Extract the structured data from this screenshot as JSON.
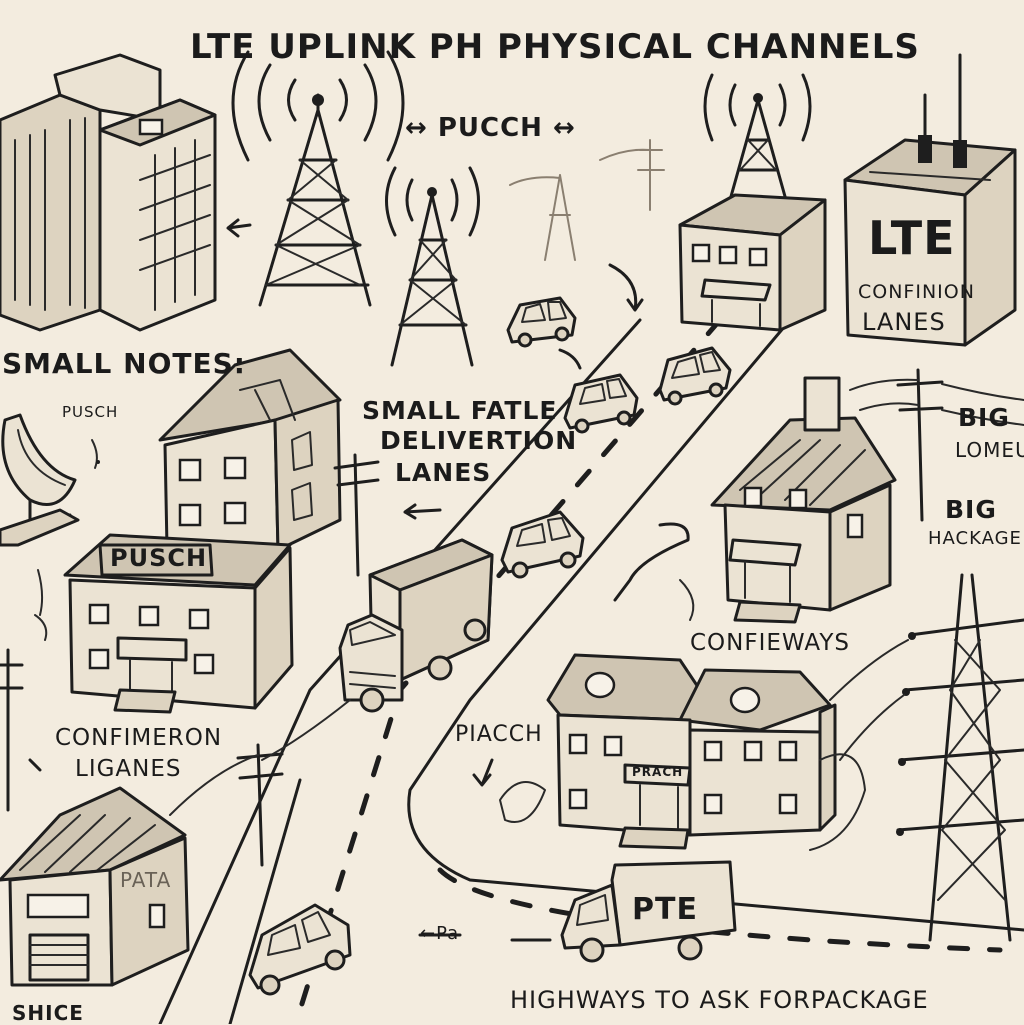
{
  "title": "LTE UPLINK PH PHYSICAL CHANNELS",
  "labels": {
    "pucch_top": "↔ PUCCH ↔",
    "small_notes": "SMALL NOTES:",
    "pusch_small": "PUSCH",
    "small_fast_line1": "SMALL FATLE",
    "small_fast_line2": "DELIVERTION",
    "small_fast_line3": "LANES",
    "lte_building_sign": "LTE",
    "confinion_line1": "CONFINION",
    "confinion_line2": "LANES",
    "big_line1": "BIG",
    "big_line2": "LOMEU",
    "big_line3": "BIG",
    "big_line4": "HACKAGE",
    "pusch_building_sign": "PUSCH",
    "confiemron_line1": "CONFIMERON",
    "confiemron_line2": "LIGANES",
    "confieways": "CONFIEWAYS",
    "prach": "PIACCH",
    "prach_building_sign": "PRACH",
    "pata_sign": "PATA",
    "pte_truck": "PTE",
    "pa_arrow": "←Pa",
    "highways": "HIGHWAYS TO ASK FORPACKAGE",
    "bottom_left": "SHICE"
  },
  "colors": {
    "paper": "#f3ecdf",
    "ink": "#1e1e1e"
  }
}
